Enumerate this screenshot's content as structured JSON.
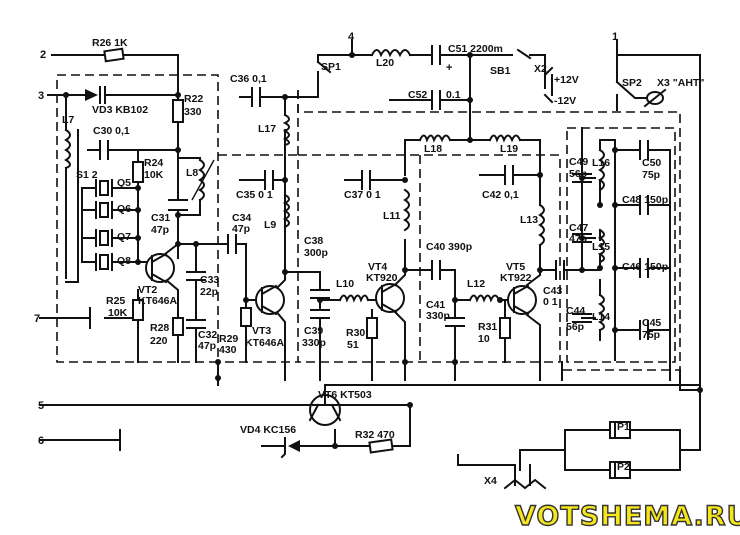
{
  "terminals": {
    "t1": "1",
    "t2": "2",
    "t3": "3",
    "t4": "4",
    "t5": "5",
    "t6": "6",
    "t7": "7"
  },
  "labels": {
    "r26": "R26 1K",
    "vd3": "VD3 KB102",
    "l7": "L7",
    "s12": "S1 2",
    "c30": "C30 0,1",
    "r22": "R22",
    "r22v": "330",
    "r24": "R24",
    "r24v": "10K",
    "q5": "Q5",
    "q6": "Q6",
    "q7": "Q7",
    "q8": "Q8",
    "l8": "L8",
    "c31": "C31",
    "c31v": "47p",
    "vt2": "VT2",
    "vt2t": "KT646A",
    "r25": "R25",
    "r25v": "10K",
    "r28": "R28",
    "r28v": "220",
    "c33": "C33",
    "c33v": "22p",
    "c32": "C32",
    "c32v": "47p",
    "c36": "C36 0,1",
    "l17": "L17",
    "c35": "C35 0 1",
    "c34": "C34",
    "c34v": "47p",
    "l9": "L9",
    "r29": "R29",
    "r29v": "430",
    "vt3": "VT3",
    "vt3t": "KT646A",
    "sp1": "SP1",
    "l20": "L20",
    "c51": "C51 2200m",
    "sb1": "SB1",
    "x2": "X2",
    "p12v": "+12V",
    "m12v": "-12V",
    "sp2": "SP2",
    "x3": "X3 \"AHT\"",
    "c52": "C52",
    "c52v": "0.1",
    "l18": "L18",
    "l19": "L19",
    "c37": "C37 0 1",
    "l11": "L11",
    "c38": "C38",
    "c38v": "300p",
    "vt4": "VT4",
    "vt4t": "KT920",
    "l10": "L10",
    "c39": "C39",
    "c39v": "330p",
    "r30": "R30",
    "r30v": "51",
    "c42": "C42 0,1",
    "l13": "L13",
    "c40": "C40 390p",
    "vt5": "VT5",
    "vt5t": "KT922",
    "l12": "L12",
    "c41": "C41",
    "c41v": "330p",
    "r31": "R31",
    "r31v": "10",
    "c43": "C43",
    "c43v": "0 1",
    "c49": "C49",
    "c49v": "56p",
    "l16": "L16",
    "c50": "C50",
    "c50v": "75p",
    "c48": "C48 150p",
    "c47": "C47",
    "c47v": "47p",
    "l15": "L15",
    "c46": "C46 150p",
    "c44": "C44",
    "c44v": "56p",
    "l14": "L14",
    "c45": "C45",
    "c45v": "75p",
    "vt6": "VT6 KT503",
    "vd4": "VD4 KC156",
    "r32": "R32 470",
    "p1": "P1",
    "p2": "P2",
    "x4": "X4",
    "plus_sign": "+"
  },
  "watermark": "VOTSHEMA.RU"
}
